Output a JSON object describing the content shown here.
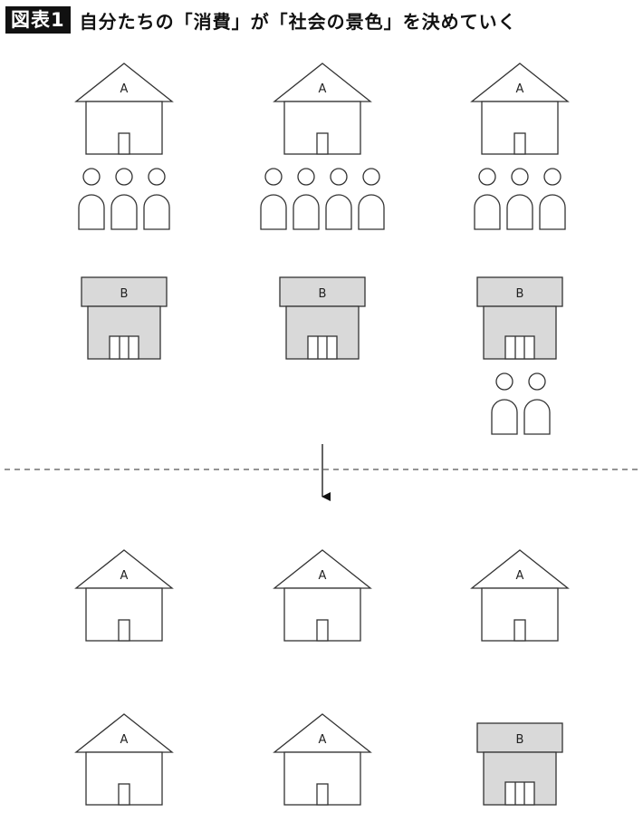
{
  "header": {
    "badge": "図表1",
    "title": "自分たちの「消費」が「社会の景色」を決めていく"
  },
  "labels": {
    "house": "A",
    "store": "B"
  },
  "colors": {
    "line": "#333333",
    "store_fill": "#d9d9d9",
    "house_fill": "#ffffff",
    "badge_bg": "#111111"
  }
}
